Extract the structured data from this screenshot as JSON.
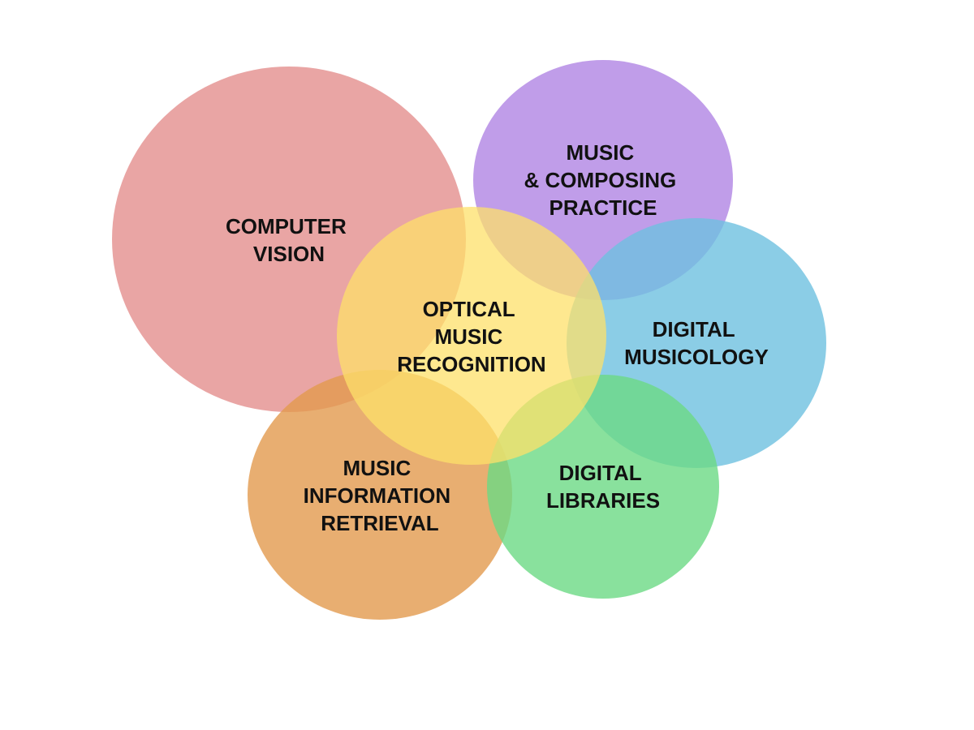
{
  "diagram": {
    "bubbles": [
      {
        "id": "computer-vision",
        "lines": [
          "COMPUTER",
          "VISION"
        ],
        "color": "#e48f8d"
      },
      {
        "id": "music-composing",
        "lines": [
          "MUSIC",
          "& COMPOSING",
          "PRACTICE"
        ],
        "color": "#b085e4"
      },
      {
        "id": "digital-musicology",
        "lines": [
          "DIGITAL",
          "MUSICOLOGY"
        ],
        "color": "#6ec0e0"
      },
      {
        "id": "music-information-retrieval",
        "lines": [
          "MUSIC",
          "INFORMATION",
          "RETRIEVAL"
        ],
        "color": "#e29a4d"
      },
      {
        "id": "digital-libraries",
        "lines": [
          "DIGITAL",
          "LIBRARIES"
        ],
        "color": "#6cda84"
      },
      {
        "id": "optical-music-recognition",
        "lines": [
          "OPTICAL",
          "MUSIC",
          "RECOGNITION"
        ],
        "color": "#fde06a"
      }
    ]
  }
}
